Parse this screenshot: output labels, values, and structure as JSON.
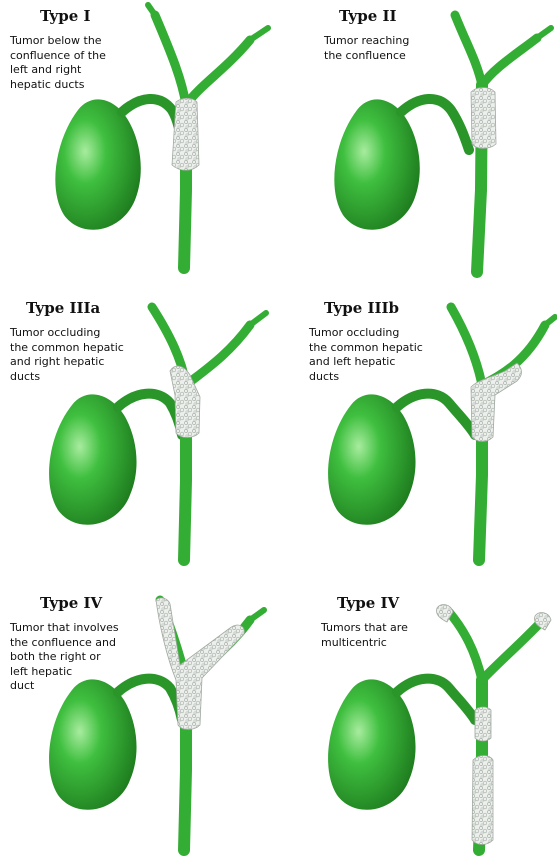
{
  "colors": {
    "organ": "#3bb43b",
    "organ_dark": "#1f7d1f",
    "organ_light": "#9fe59f",
    "tumor": "#e7eae7",
    "tumor_edge": "#9aa39a"
  },
  "panels": [
    {
      "title": "Type I",
      "description": "Tumor below the\nconfluence of the\nleft and right\nhepatic ducts"
    },
    {
      "title": "Type II",
      "description": "Tumor reaching\nthe confluence"
    },
    {
      "title": "Type IIIa",
      "description": "Tumor occluding\nthe common hepatic\nand right hepatic\nducts"
    },
    {
      "title": "Type IIIb",
      "description": "Tumor occluding\nthe common hepatic\nand left hepatic\nducts"
    },
    {
      "title": "Type IV",
      "description": "Tumor that involves\nthe confluence and\nboth the right or\nleft hepatic\nduct"
    },
    {
      "title": "Type IV",
      "description": "Tumors that are\nmulticentric"
    }
  ]
}
